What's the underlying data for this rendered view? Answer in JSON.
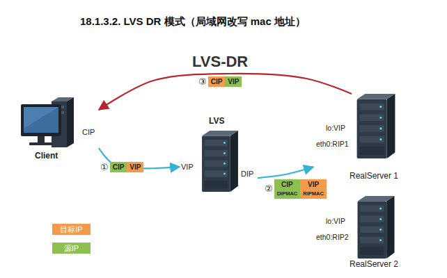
{
  "diagram": {
    "title": "18.1.3.2.   LVS DR 模式（局域网改写 mac 地址）",
    "nodes": [
      {
        "text": [
          "CIP",
          "Client"
        ]
      },
      {
        "text": [
          "LVS",
          "VIP",
          "DIP"
        ]
      },
      {
        "text": [
          "lo:VIP",
          "eth0:RIP1",
          "RealServer 1"
        ]
      },
      {
        "text": [
          "lo:VIP",
          "eth0:RIP2",
          "RealServer 2"
        ]
      }
    ],
    "edges": [
      {
        "from": 0,
        "to": 1,
        "arrow": "to"
      },
      {
        "from": 1,
        "to": 2,
        "arrow": "to"
      },
      {
        "from": 2,
        "to": 0,
        "arrow": "to"
      }
    ],
    "labels": [
      "LVS-DR",
      "③",
      "CIP",
      "VIP",
      "①",
      "CIP",
      "VIP",
      "②",
      "CIP",
      "VIP",
      "DIPMAC",
      "RIPMAC"
    ],
    "legend": [
      {
        "text": "目标IP",
        "color": "#f39a4b"
      },
      {
        "text": "源IP",
        "color": "#8cc152"
      }
    ]
  }
}
